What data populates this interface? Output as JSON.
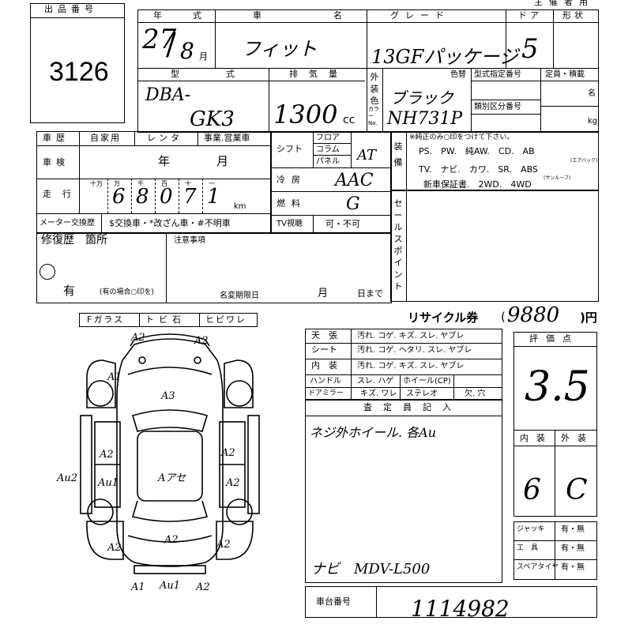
{
  "header": {
    "lot_label": "出品番号",
    "lot_number": "3126",
    "top_right_label": "主催者用"
  },
  "vehicle": {
    "year_label": "年　式",
    "year_value": "27",
    "year_month_value": "8",
    "month_unit": "月",
    "name_label": "車　名",
    "name_value": "フィット",
    "grade_label": "グレード",
    "grade_value": "13GFパッケージ",
    "doors_label": "ドア",
    "doors_value": "5",
    "shape_label": "形状",
    "model_label": "型　式",
    "model_value_1": "DBA-",
    "model_value_2": "GK3",
    "displacement_label": "排気量",
    "displacement_value": "1300",
    "cc_unit": "cc",
    "exterior_color_label": "外装色",
    "color_no_label": "カラーNo.",
    "color_value": "ブラック",
    "color_code_value": "NH731P",
    "color_change_label": "色替",
    "type_designation_label": "型式指定番号",
    "category_label": "類別区分番号",
    "capacity_label": "定員・積載",
    "capacity_unit_persons": "名",
    "capacity_unit_kg": "kg"
  },
  "history": {
    "history_label": "車歴",
    "history_options": [
      "自家用",
      "レンタ",
      "事業.営業車"
    ],
    "inspection_label": "車検",
    "inspection_year": "年",
    "inspection_month": "月",
    "mileage_label": "走行",
    "mileage_digit_labels": [
      "十万",
      "万",
      "千",
      "百",
      "十",
      "一"
    ],
    "mileage_digits": [
      "",
      "6",
      "8",
      "0",
      "7",
      "1"
    ],
    "mileage_unit": "km",
    "meter_label": "メーター交換歴",
    "meter_options": "$交換車・*改ざん車・#不明車"
  },
  "equipment": {
    "shift_label": "シフト",
    "shift_options": [
      "フロア",
      "コラム",
      "パネル"
    ],
    "shift_value": "AT",
    "ac_label": "冷房",
    "ac_value": "AAC",
    "fuel_label": "燃料",
    "fuel_value": "G",
    "tv_label": "TV視聴",
    "tv_options": "可・不可",
    "equip_label": "装備",
    "equip_note": "※純正のみ○印をつけて下さい。",
    "equip_row1": "PS.　PW.　純AW.　CD.　AB",
    "equip_ab_note": "(エアバック)",
    "equip_row2": "TV.　ナビ.　カワ.　SR.　ABS",
    "equip_sr_note": "(サンルーフ)",
    "equip_row3": "新車保証書.　2WD.　4WD",
    "sales_point_label": "セールスポイント"
  },
  "repair": {
    "label": "修復歴　箇所",
    "value": "有",
    "note": "(有の場合○印を)",
    "caution_label": "注意事項",
    "name_change_label": "名変期限日",
    "month": "月",
    "day_until": "日まで"
  },
  "glass": {
    "label": "Fガラス",
    "options": [
      "トビ石",
      "ヒビワレ"
    ]
  },
  "recycle": {
    "label": "リサイクル券",
    "value": "9880",
    "unit": ")円",
    "open_paren": "("
  },
  "interior": {
    "rows": [
      {
        "label": "天　張",
        "options": "汚れ. コゲ. キズ. スレ. ヤブレ"
      },
      {
        "label": "シート",
        "options": "汚れ. コゲ. ヘタリ. スレ. ヤブレ"
      },
      {
        "label": "内　装",
        "options": "汚れ. コゲ. キズ. スレ. ヤブレ"
      }
    ],
    "handle_label": "ハンドル",
    "handle_options": "スレ. ハゲ",
    "wheel_cap_label": "ホイール(CP)",
    "door_mirror_label": "ドアミラー",
    "door_mirror_options": "キズ. ワレ",
    "stereo_label": "ステレオ",
    "stereo_options": "欠. 穴"
  },
  "inspector": {
    "label": "査定員記入",
    "note1": "ネジ外ホイール. 各Au",
    "note2": "ナビ　MDV-L500"
  },
  "score": {
    "label": "評価点",
    "value": "3.5",
    "interior_label": "内装",
    "interior_value": "6",
    "exterior_label": "外装",
    "exterior_value": "C"
  },
  "tools": {
    "rows": [
      {
        "label": "ジャッキ",
        "value": "有・無"
      },
      {
        "label": "工　具",
        "value": "有・無"
      },
      {
        "label": "スペアタイヤ",
        "value": "有・無"
      }
    ]
  },
  "chassis": {
    "label": "車台番号",
    "value": "1114982"
  },
  "damage_marks": {
    "front_left": "A2",
    "front_right": "A2",
    "fl_fender": "A1",
    "fr_fender": "A3",
    "left_door_front": "A2",
    "left_door_rear": "Au1",
    "left_step": "Au2",
    "roof": "Aアセ",
    "right_door_front": "A2",
    "right_door_rear": "A2",
    "rear_left": "A2",
    "rear_center": "A2",
    "rear_right": "A2",
    "bumper_left": "A1",
    "bumper_center": "Au1",
    "bumper_right": "A2"
  },
  "colors": {
    "ink": "#000000",
    "paper": "#ffffff"
  }
}
